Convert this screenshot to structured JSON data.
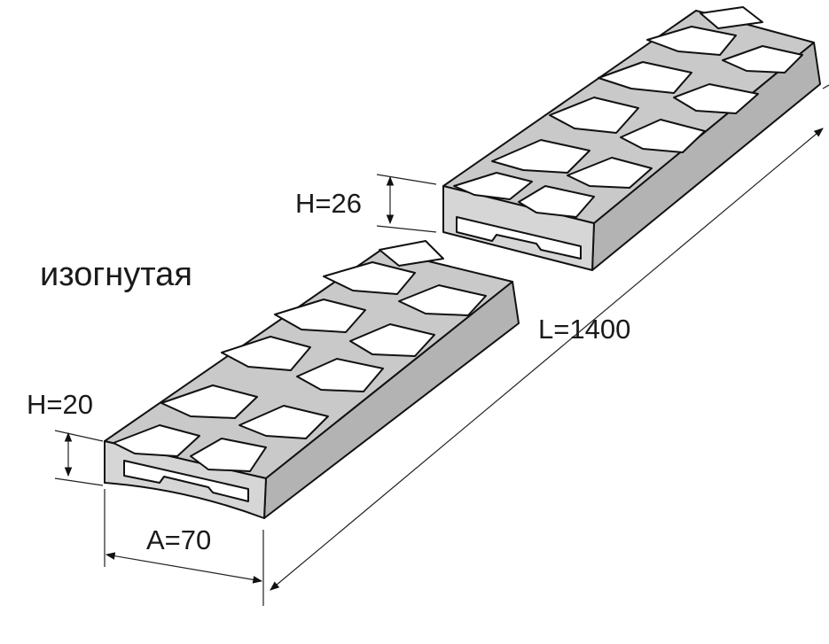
{
  "labels": {
    "caption": "изогнутая",
    "height_curved": "H=20",
    "height_straight": "H=26",
    "width": "A=70",
    "length": "L=1400"
  }
}
